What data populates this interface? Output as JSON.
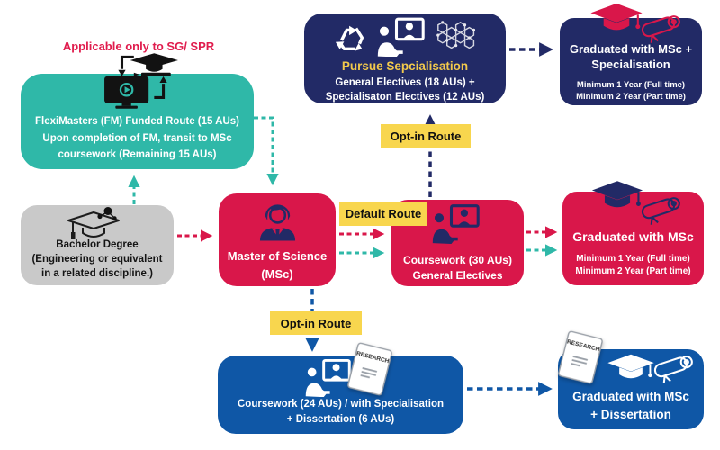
{
  "palette": {
    "teal": "#2fb8a8",
    "crimson": "#d9174a",
    "navy": "#222a66",
    "blue": "#0f57a6",
    "yellow": "#f8d64e",
    "gray": "#c9c9c9",
    "note_red": "#e01c4d"
  },
  "note": "Applicable only to SG/ SPR",
  "route_labels": {
    "default": "Default Route",
    "opt_in_specialisation": "Opt-in Route",
    "opt_in_dissertation": "Opt-in Route"
  },
  "nodes": {
    "fleximasters": {
      "line1": "FlexiMasters (FM) Funded Route (15 AUs)",
      "line2": "Upon completion of FM, transit to MSc",
      "line3": "coursework (Remaining 15 AUs)"
    },
    "bachelor": {
      "line1": "Bachelor Degree",
      "line2": "(Engineering or equivalent",
      "line3": "in a related discipline.)"
    },
    "msc": {
      "line1": "Master of Science",
      "line2": "(MSc)"
    },
    "pursue_specialisation": {
      "title": "Pursue Sepcialisation",
      "line1": "General Electives (18 AUs) +",
      "line2": "Specialisaton Electives (12 AUs)"
    },
    "coursework_30": {
      "line1": "Coursework (30 AUs)",
      "line2": "General Electives"
    },
    "graduated_specialisation": {
      "line1": "Graduated with MSc +",
      "line2": "Specialisation",
      "sub1": "Minimum 1 Year (Full time)",
      "sub2": "Minimum 2 Year (Part time)"
    },
    "graduated_msc": {
      "line1": "Graduated with MSc",
      "sub1": "Minimum 1 Year (Full time)",
      "sub2": "Minimum 2 Year (Part time)"
    },
    "coursework_dissertation": {
      "line1": "Coursework (24 AUs) / with Specialisation",
      "line2": "+ Dissertation (6 AUs)"
    },
    "graduated_dissertation": {
      "line1": "Graduated with MSc",
      "line2": "+ Dissertation"
    }
  },
  "icons": {
    "research_paper_label": "RESEARCH",
    "legend": {
      "elearning-monitor-icon": "black monitor with play button + graduation cap + transfer arrows",
      "bachelor-cap-icon": "outlined mortarboard with molecule",
      "person-bust-icon": "navy graduate bust silhouette",
      "recycle-icon": "white recycling arrows",
      "presenter-screen-icon": "person working at screen showing another person",
      "molecule-lattice-icon": "hexagonal graphene lattice",
      "grad-cap-icon": "filled mortarboard with tassel",
      "diploma-scroll-icon": "rolled diploma scroll with ribbon",
      "research-paper-icon": "tilted white paper titled RESEARCH"
    }
  }
}
